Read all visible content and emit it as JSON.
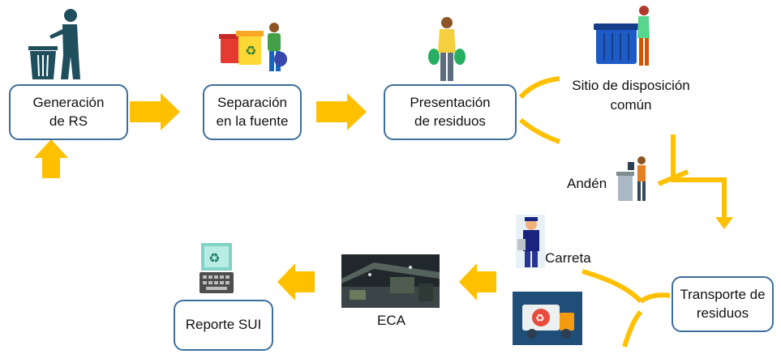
{
  "nodes": {
    "generacion": "Generación\nde RS",
    "separacion": "Separación\nen la fuente",
    "presentacion": "Presentación\nde residuos",
    "sitio": "Sitio de disposición\ncomún",
    "anden": "Andén",
    "carreta": "Carreta",
    "transporte": "Transporte de\nresiduos",
    "eca": "ECA",
    "reporte": "Reporte SUI"
  },
  "icons": {
    "generacion": "trash-person-icon",
    "separacion": "recycling-bins-person-icon",
    "presentacion": "person-with-bags-icon",
    "sitio": "container-person-icon",
    "anden": "curb-bin-person-icon",
    "carreta": "cart-worker-icon",
    "transporte": "recycling-truck-icon",
    "eca": "eca-plant-photo",
    "reporte": "recycling-device-icon"
  },
  "colors": {
    "arrow": "#ffc000",
    "box_border": "#3c6e9c",
    "truck_bg": "#1f4e79"
  }
}
